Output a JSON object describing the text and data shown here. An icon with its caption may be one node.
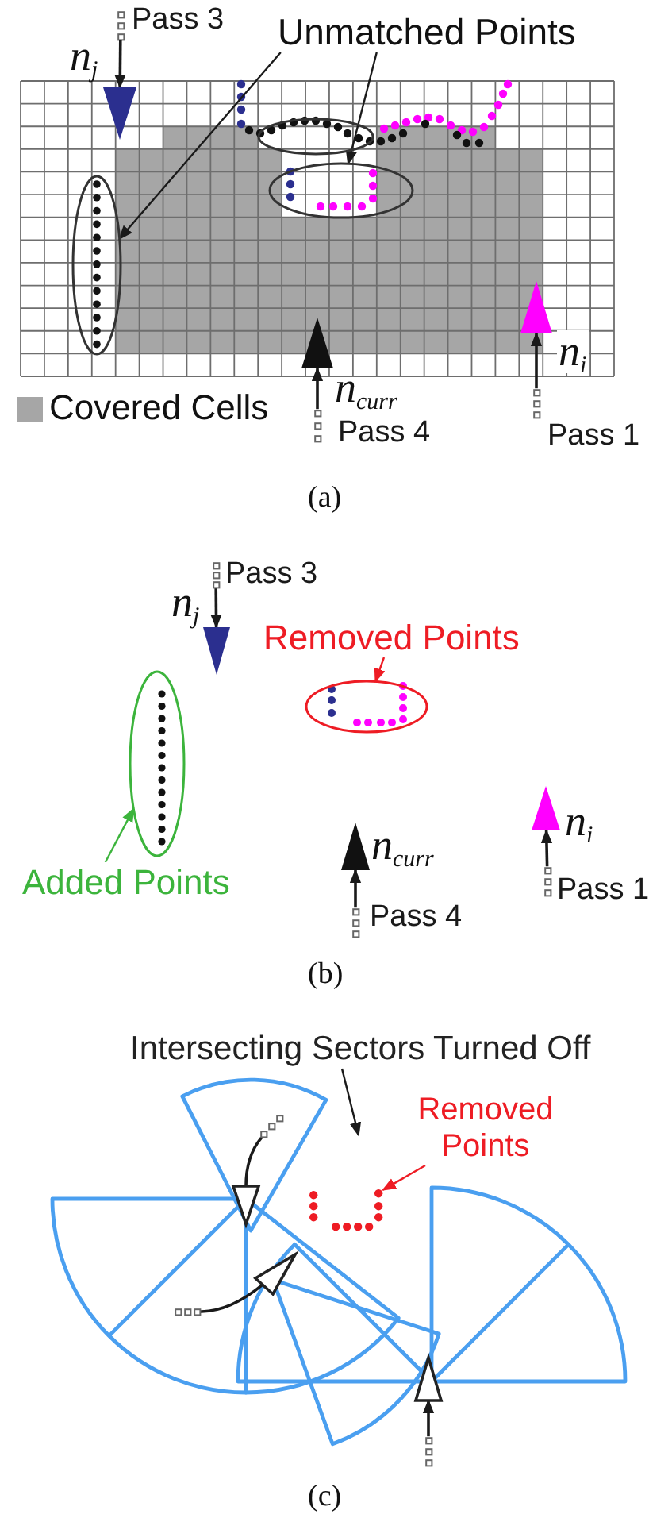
{
  "diagram": {
    "nodes": [
      {
        "text": [],
        "shape": "dots",
        "beside": [
          "Pass 3"
        ]
      },
      {
        "text": [],
        "shape": "triangle",
        "beside": [
          "n$_{j}$"
        ]
      },
      {
        "text": [
          "Unmatched Points"
        ]
      },
      {
        "text": [],
        "shape": "ellipse"
      },
      {
        "text": [],
        "shape": "ellipse"
      },
      {
        "text": [],
        "shape": "ellipse"
      },
      {
        "text": [],
        "shape": "triangle",
        "beside": [
          "n$_{curr}$"
        ]
      },
      {
        "text": [],
        "shape": "triangle",
        "beside": [
          "n$_{i}$"
        ]
      },
      {
        "text": [],
        "shape": "dots",
        "beside": [
          "Pass 4"
        ]
      },
      {
        "text": [],
        "shape": "dots",
        "beside": [
          "Pass 1"
        ]
      },
      {
        "text": [],
        "shape": "dots",
        "beside": [
          "Pass 3"
        ]
      },
      {
        "text": [],
        "shape": "triangle",
        "beside": [
          "n$_{j}$"
        ]
      },
      {
        "text": [
          "Removed Points"
        ]
      },
      {
        "text": [],
        "shape": "ellipse"
      },
      {
        "text": [],
        "shape": "ellipse"
      },
      {
        "text": [
          "Added Points"
        ]
      },
      {
        "text": [],
        "shape": "triangle",
        "beside": [
          "n$_{curr}$"
        ]
      },
      {
        "text": [],
        "shape": "triangle",
        "beside": [
          "n$_{i}$"
        ]
      },
      {
        "text": [],
        "shape": "dots",
        "beside": [
          "Pass 4"
        ]
      },
      {
        "text": [],
        "shape": "dots",
        "beside": [
          "Pass 1"
        ]
      },
      {
        "text": [
          "Intersecting Sectors Turned Off"
        ]
      },
      {
        "text": [
          "Removed Points"
        ]
      },
      {
        "text": [],
        "shape": "dots"
      },
      {
        "text": [],
        "shape": "dots"
      },
      {
        "text": [],
        "shape": "triangle"
      },
      {
        "text": [],
        "shape": "triangle"
      },
      {
        "text": [],
        "shape": "dots"
      },
      {
        "text": [],
        "shape": "triangle"
      },
      {
        "text": [],
        "shape": "dots"
      }
    ],
    "edges": [
      {
        "from": 0,
        "to": 1,
        "arrow": "to"
      },
      {
        "from": 2,
        "to": 3,
        "arrow": "to"
      },
      {
        "from": 2,
        "to": 5,
        "arrow": "to"
      },
      {
        "from": 8,
        "to": 6,
        "arrow": "to"
      },
      {
        "from": 9,
        "to": 7,
        "arrow": "to"
      },
      {
        "from": 10,
        "to": 11,
        "arrow": "to"
      },
      {
        "from": 12,
        "to": 13,
        "arrow": "to",
        "color": "#ee1c24"
      },
      {
        "from": 15,
        "to": 14,
        "arrow": "to",
        "color": "#3cb43c"
      },
      {
        "from": 18,
        "to": 16,
        "arrow": "to"
      },
      {
        "from": 19,
        "to": 17,
        "arrow": "to"
      },
      {
        "from": 20,
        "to": null,
        "arrow": "to"
      },
      {
        "from": 21,
        "to": 23,
        "arrow": "to",
        "color": "#ee1c24"
      },
      {
        "from": 22,
        "to": 24,
        "arrow": "none"
      },
      {
        "from": 26,
        "to": 25,
        "arrow": "none"
      },
      {
        "from": 28,
        "to": 27,
        "arrow": "to"
      }
    ],
    "labels": [
      "(a)",
      "(b)",
      "(c)"
    ],
    "legend": [
      {
        "text": "Covered Cells",
        "color": "#a6a6a6"
      }
    ]
  }
}
